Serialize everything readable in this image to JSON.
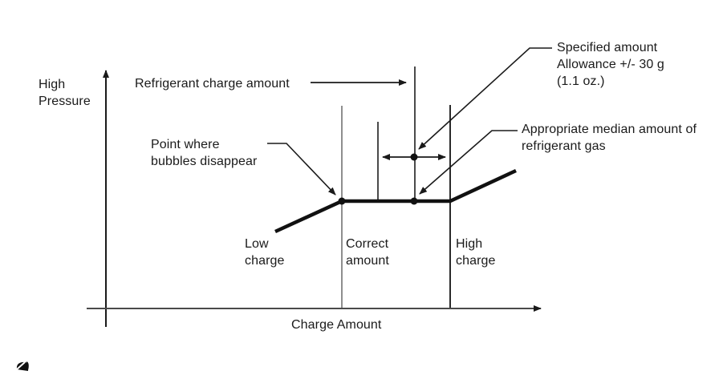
{
  "colors": {
    "ink": "#1a1a1a",
    "curve": "#111111",
    "guide_gray": "#8f8f8f",
    "axis": "#3f3f3f",
    "background": "#ffffff"
  },
  "diagram": {
    "y_axis_label": "High\nPressure",
    "x_axis_label": "Charge Amount",
    "callouts": {
      "charge_amount_arrow": "Refrigerant charge amount",
      "bubbles_point": "Point where\nbubbles disappear",
      "specified_amount": "Specified amount\nAllowance +/- 30 g\n(1.1 oz.)",
      "median_amount": "Appropriate median amount of\nrefrigerant gas"
    },
    "zones": {
      "low": "Low\ncharge",
      "correct": "Correct\namount",
      "high": "High\ncharge"
    }
  }
}
